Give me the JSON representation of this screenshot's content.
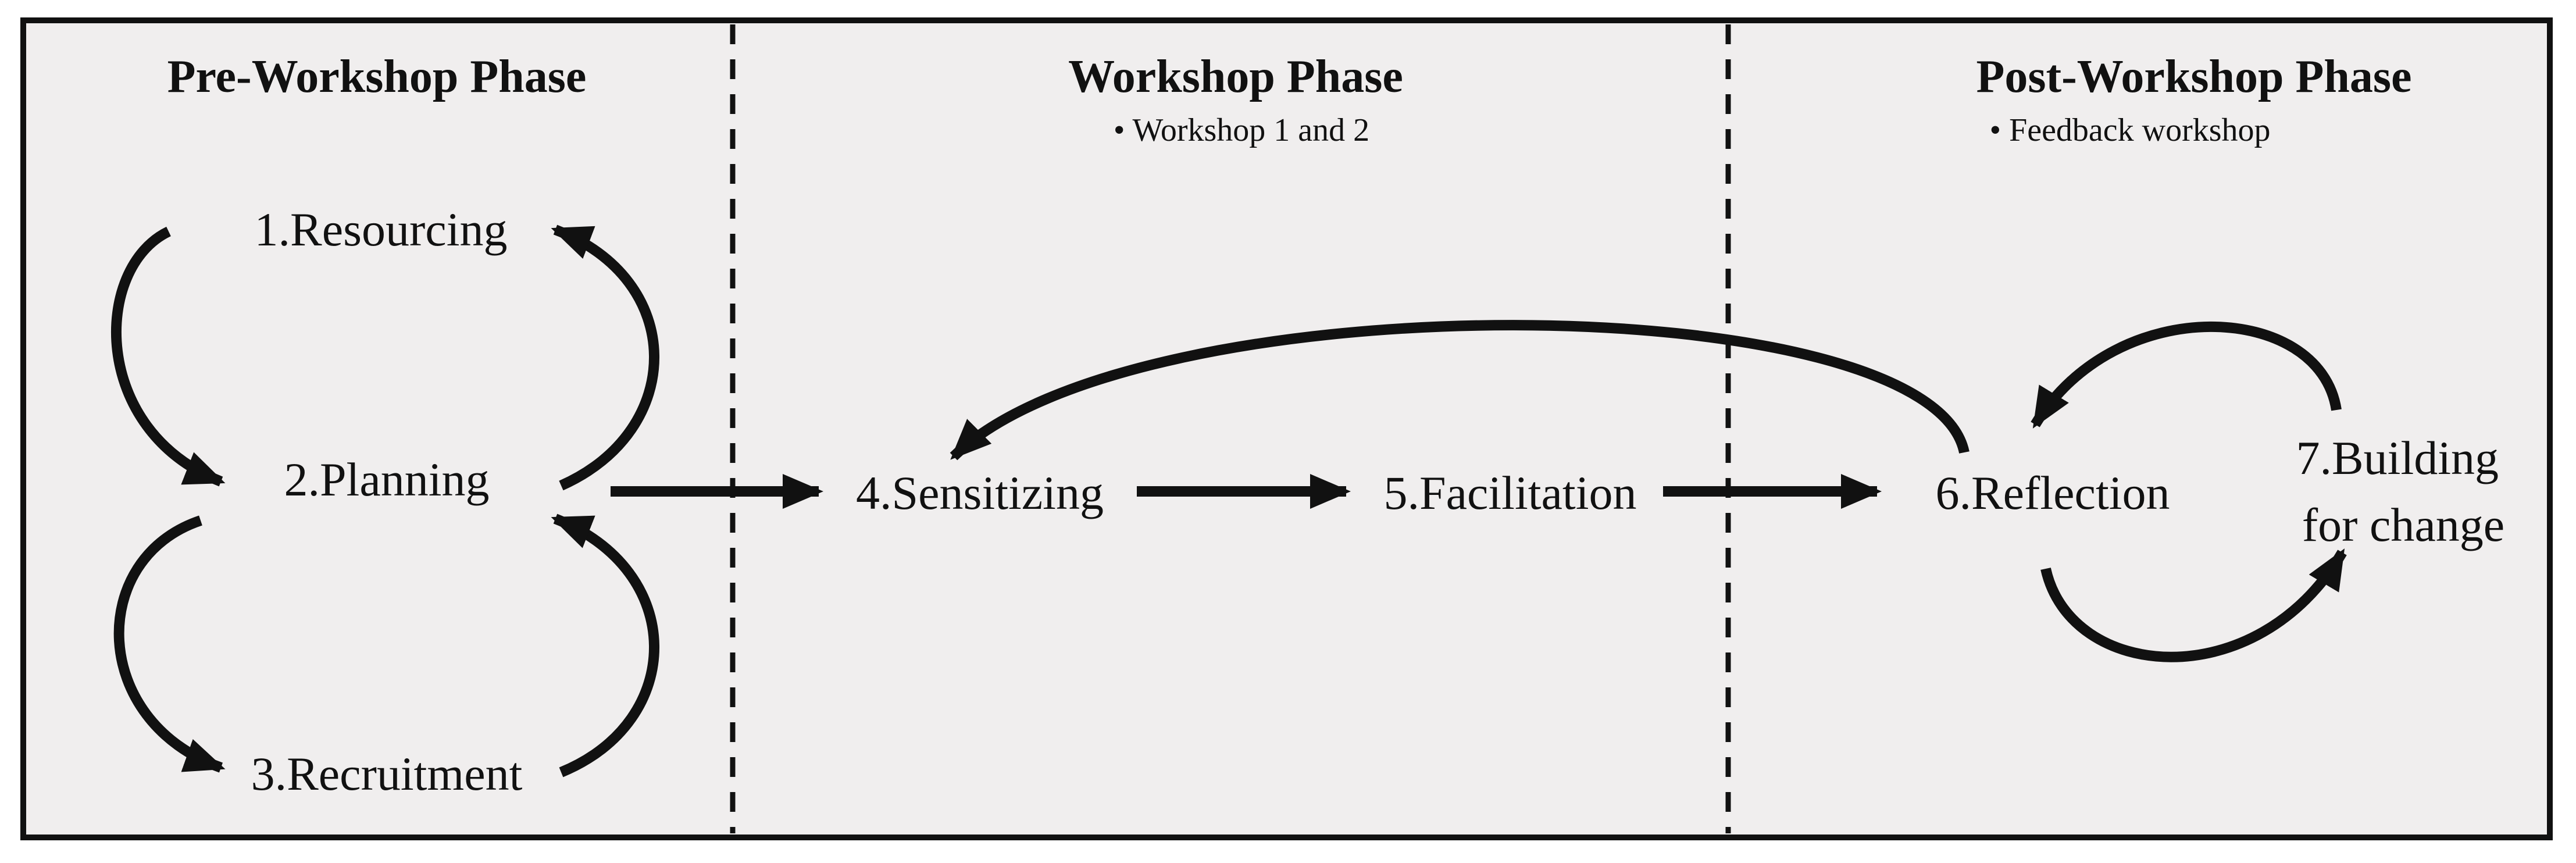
{
  "colors": {
    "panel_background": "#f0eeee",
    "frame": "#111111",
    "arrow": "#111111",
    "text": "#111111"
  },
  "phases": [
    {
      "title": "Pre-Workshop Phase",
      "subtitle": ""
    },
    {
      "title": "Workshop Phase",
      "subtitle": "• Workshop 1 and 2"
    },
    {
      "title": "Post-Workshop Phase",
      "subtitle": "• Feedback workshop"
    }
  ],
  "steps": [
    {
      "label": "1.Resourcing"
    },
    {
      "label": "2.Planning"
    },
    {
      "label": "3.Recruitment"
    },
    {
      "label": "4.Sensitizing"
    },
    {
      "label": "5.Facilitation"
    },
    {
      "label": "6.Reflection"
    },
    {
      "label": "7.Building",
      "label_line2": "for  change"
    }
  ]
}
